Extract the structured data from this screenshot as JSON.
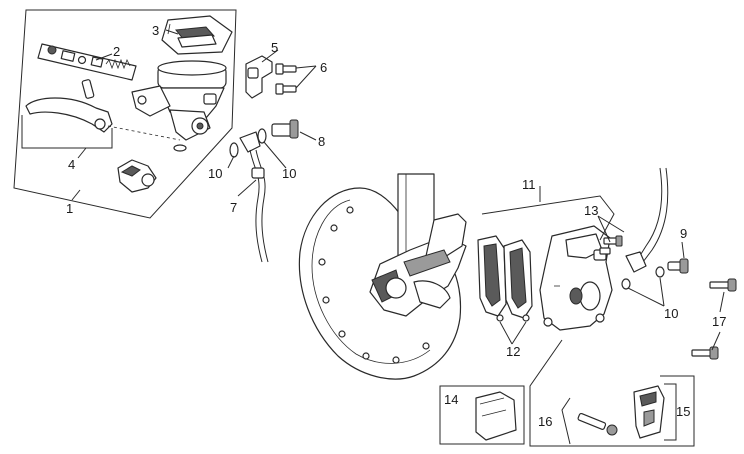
{
  "callouts": {
    "c1": "1",
    "c2": "2",
    "c3": "3",
    "c4": "4",
    "c5": "5",
    "c6": "6",
    "c7": "7",
    "c8": "8",
    "c9": "9",
    "c10a": "10",
    "c10b": "10",
    "c10c": "10",
    "c11": "11",
    "c12": "12",
    "c13": "13",
    "c14": "14",
    "c15": "15",
    "c16": "16",
    "c17": "17"
  }
}
